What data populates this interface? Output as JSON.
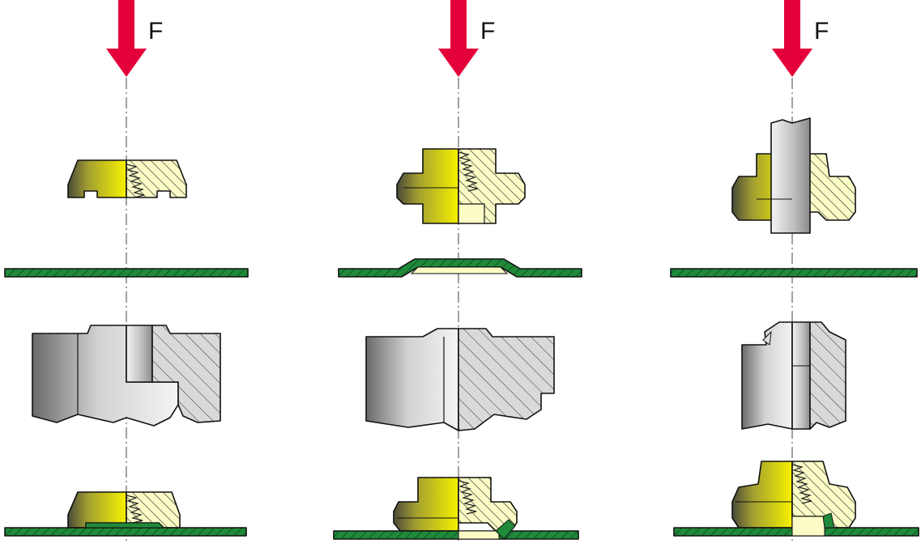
{
  "diagram": {
    "force_label": "F",
    "colors": {
      "force_arrow": "#e4003a",
      "sheet_green": "#1f8a3a",
      "nut_yellow": "#f4f000",
      "hatch_fill": "#fbfbc6",
      "tool_grey": "#c8c8c8"
    },
    "columns": [
      {
        "name": "column-1",
        "force_label": "F"
      },
      {
        "name": "column-2",
        "force_label": "F"
      },
      {
        "name": "column-3",
        "force_label": "F"
      }
    ]
  }
}
